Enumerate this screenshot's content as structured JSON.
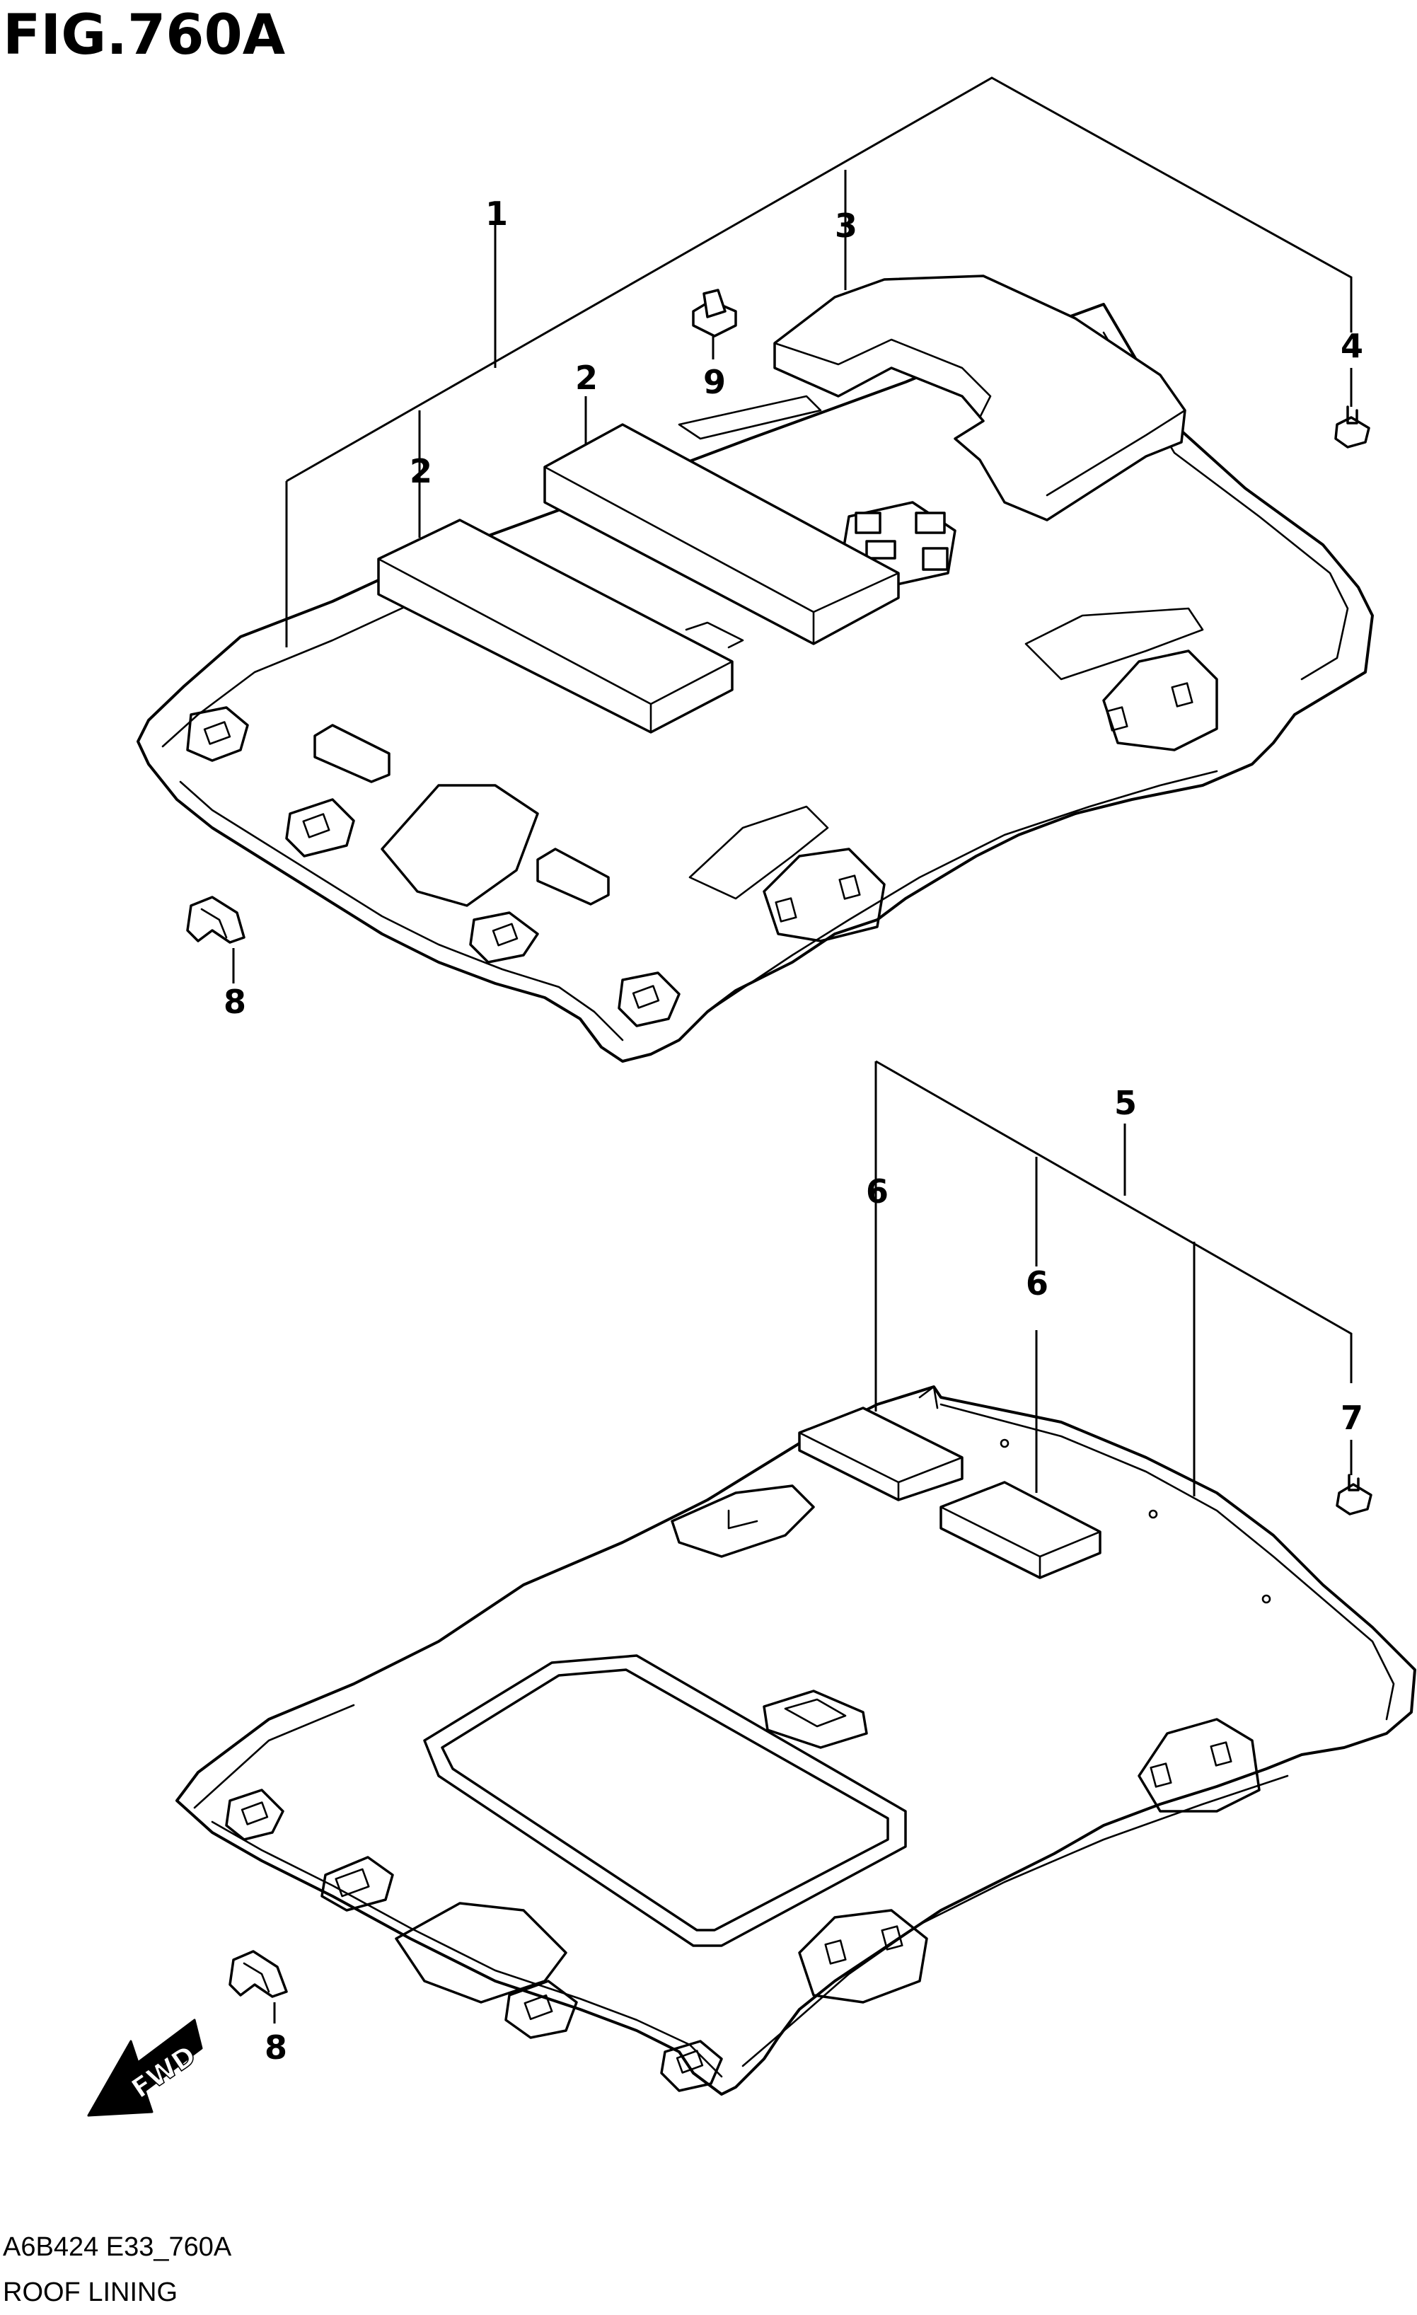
{
  "figure": {
    "title": "FIG.760A"
  },
  "callouts": {
    "c1": "1",
    "c2a": "2",
    "c2b": "2",
    "c3": "3",
    "c4": "4",
    "c5": "5",
    "c6a": "6",
    "c6b": "6",
    "c7": "7",
    "c8a": "8",
    "c8b": "8",
    "c9": "9"
  },
  "fwd_label": "FWD",
  "footer": {
    "code": "A6B424 E33_760A",
    "caption": "ROOF LINING"
  }
}
